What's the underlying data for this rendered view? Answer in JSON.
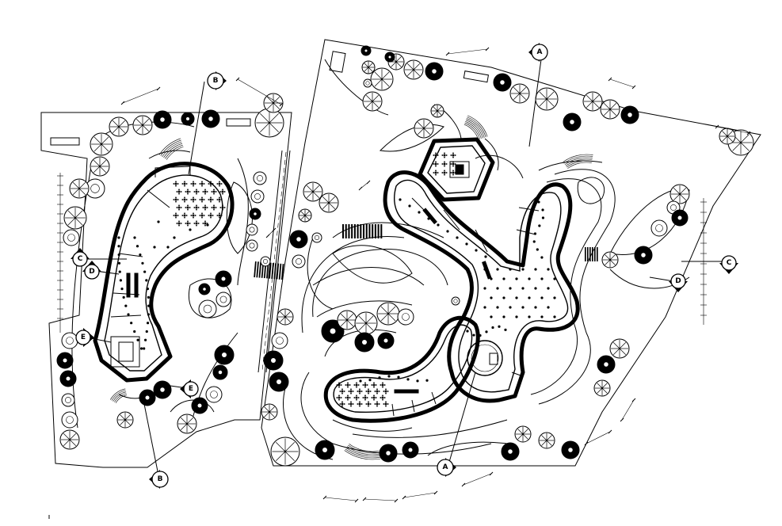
{
  "section_markers": {
    "a_top": "A",
    "a_bottom": "A",
    "b_top": "B",
    "b_bottom": "B",
    "c_left": "C",
    "c_right": "C",
    "d_left": "D",
    "d_right": "D",
    "e_left": "E",
    "e_bottom": "E"
  },
  "room_labels": {
    "room_1": "",
    "room_2": "",
    "room_3": "",
    "room_4": "",
    "room_5": ""
  },
  "dimension_labels": {
    "dim_1": "",
    "dim_2": "",
    "dim_3": ""
  },
  "colors": {
    "line": "#000000",
    "background": "#ffffff"
  }
}
